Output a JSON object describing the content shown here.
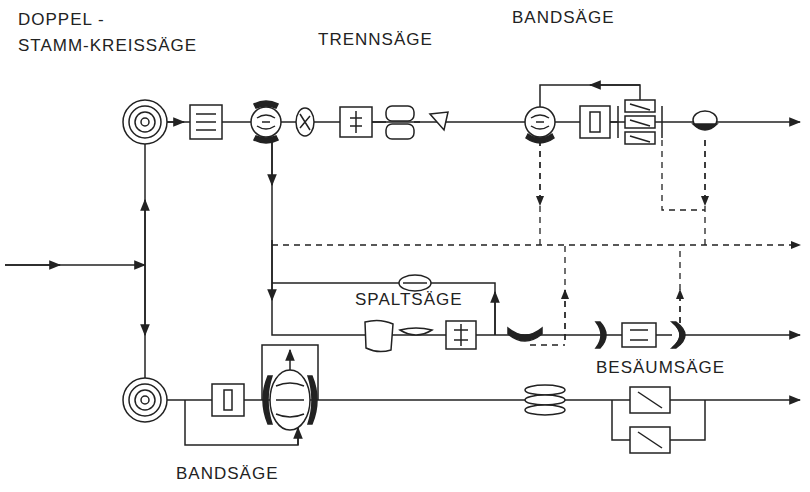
{
  "diagram": {
    "labels": [
      "DOPPEL -",
      "STAMM-KREISSÄGE",
      "TRENNSÄGE",
      "BANDSÄGE",
      "SPALTSÄGE",
      "BESÄUMSÄGE",
      "BANDSÄGE"
    ]
  }
}
